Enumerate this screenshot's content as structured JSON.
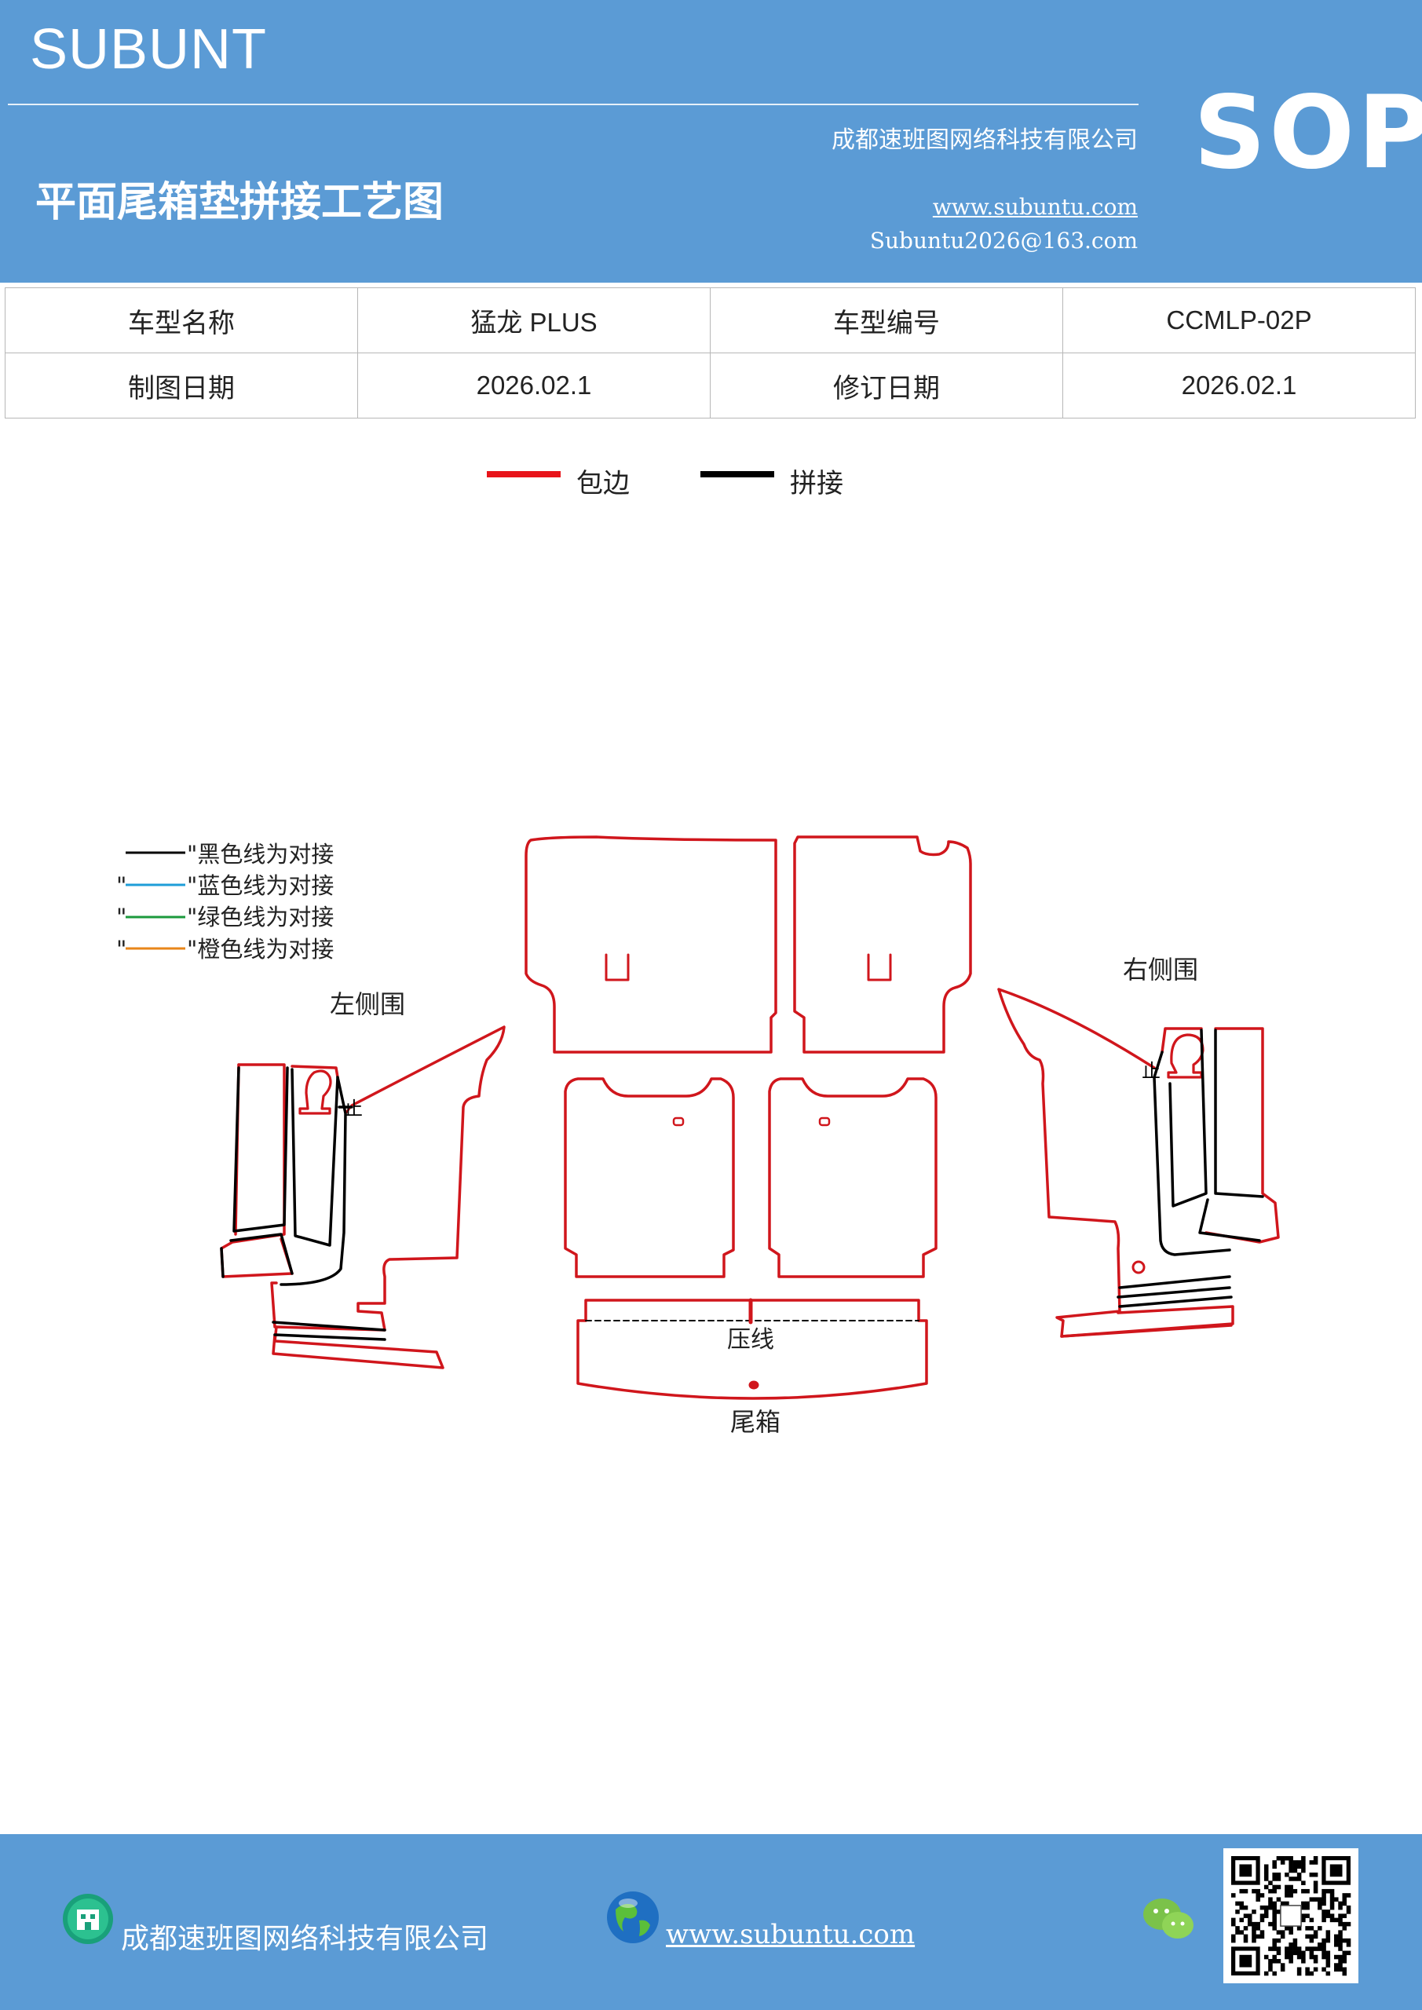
{
  "header": {
    "brand": "SUBUNT",
    "title": "平面尾箱垫拼接工艺图",
    "company": "成都速班图网络科技有限公司",
    "url": "www.subuntu.com",
    "email": "Subuntu2026@163.com",
    "badge": "SOP",
    "color": "#5b9bd5"
  },
  "info": {
    "model_name_label": "车型名称",
    "model_name": "猛龙 PLUS",
    "model_code_label": "车型编号",
    "model_code": "CCMLP-02P",
    "draw_date_label": "制图日期",
    "draw_date": "2026.02.1",
    "revise_date_label": "修订日期",
    "revise_date": "2026.02.1"
  },
  "legend": {
    "edge_label": "包边",
    "edge_color": "#e8141a",
    "splice_label": "拼接",
    "splice_color": "#000000"
  },
  "drawing": {
    "notes": [
      {
        "text": "\"黑色线为对接",
        "color": "#000000"
      },
      {
        "text": "\"蓝色线为对接",
        "color": "#1e9ed8"
      },
      {
        "text": "\"绿色线为对接",
        "color": "#1b9a3c"
      },
      {
        "text": "\"橙色线为对接",
        "color": "#e8861a"
      }
    ],
    "left_side_label": "左侧围",
    "right_side_label": "右侧围",
    "press_line_label": "压线",
    "trunk_label": "尾箱",
    "stop_mark": "止"
  },
  "footer": {
    "company": "成都速班图网络科技有限公司",
    "url": "www.subuntu.com",
    "building_icon": "building-icon",
    "globe_icon": "globe-icon",
    "wechat_icon": "wechat-icon",
    "qr_icon": "qr-code-icon"
  }
}
